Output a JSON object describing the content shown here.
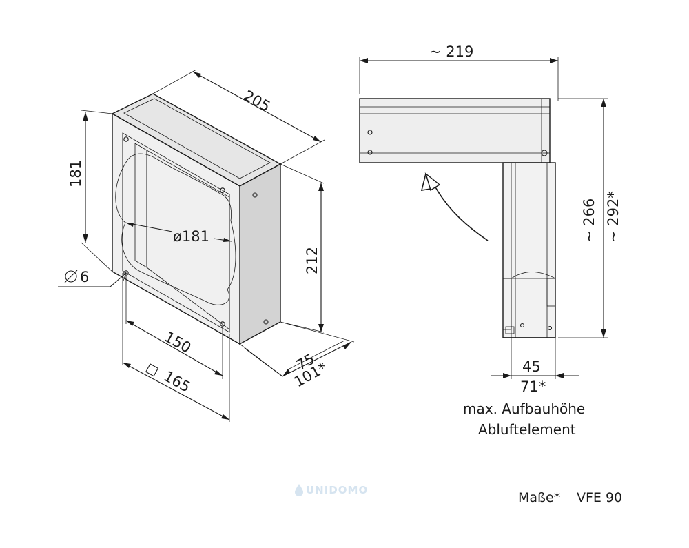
{
  "iso_view": {
    "dim_width": "205",
    "dim_height_back": "181",
    "dim_height_front": "212",
    "dim_diameter": "ø181",
    "dim_hole": "6",
    "dim_inner": "150",
    "dim_square": "165",
    "dim_depth": "75",
    "dim_depth_max": "101*"
  },
  "side_view": {
    "dim_top": "~ 219",
    "dim_height": "~ 266",
    "dim_height_max": "~ 292*",
    "dim_pipe": "45",
    "dim_pipe_max": "71*",
    "note_line1": "max. Aufbauhöhe",
    "note_line2": "Abluftelement"
  },
  "footer": {
    "label": "Maße*",
    "model": "VFE 90"
  },
  "watermark": "UNIDOMO",
  "colors": {
    "stroke": "#1a1a1a",
    "face_light": "#f2f2f2",
    "face_mid": "#e2e2e2",
    "face_dark": "#cfcfcf",
    "watermark": "#d6e4f0"
  }
}
